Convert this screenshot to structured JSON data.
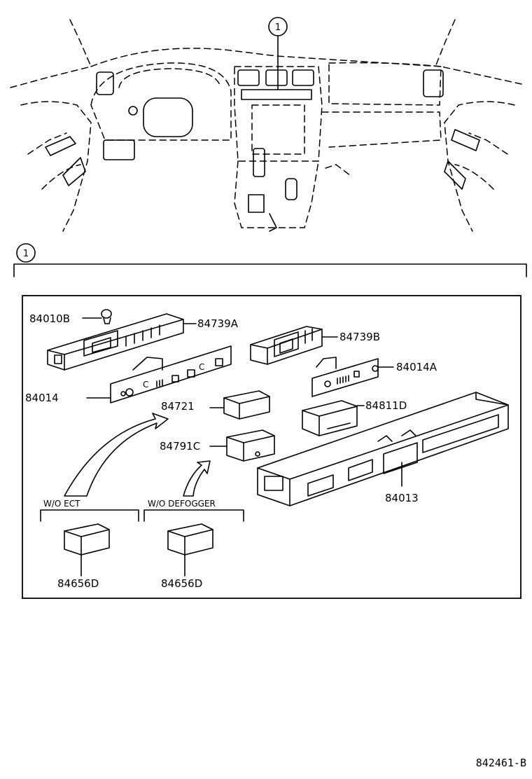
{
  "callout": "1",
  "parts": {
    "p84010B": "84010B",
    "p84739A": "84739A",
    "p84739B": "84739B",
    "p84014A": "84014A",
    "p84014": "84014",
    "p84721": "84721",
    "p84811D": "84811D",
    "p84791C": "84791C",
    "p84013": "84013",
    "p84656D_a": "84656D",
    "p84656D_b": "84656D"
  },
  "conditions": {
    "wo_ect": "W/O ECT",
    "wo_defogger": "W/O DEFOGGER"
  },
  "figure_number": "842461-B"
}
